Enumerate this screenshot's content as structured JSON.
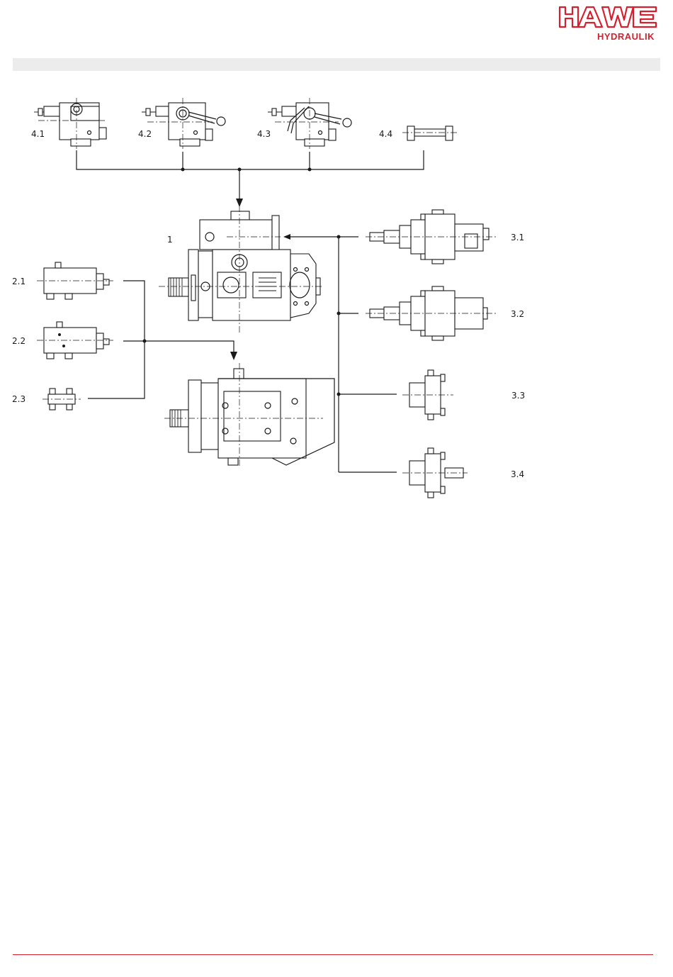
{
  "brand": {
    "name": "HAWE",
    "subtitle": "HYDRAULIK",
    "color": "#d6202e"
  },
  "diagram": {
    "main_label": "1",
    "inputs_left": [
      "2.1",
      "2.2",
      "2.3"
    ],
    "inputs_right": [
      "3.1",
      "3.2",
      "3.3",
      "3.4"
    ],
    "inputs_top": [
      "4.1",
      "4.2",
      "4.3",
      "4.4"
    ]
  },
  "colors": {
    "line": "#1a1a1a",
    "header_bar": "#ececec",
    "accent": "#d6202e"
  }
}
